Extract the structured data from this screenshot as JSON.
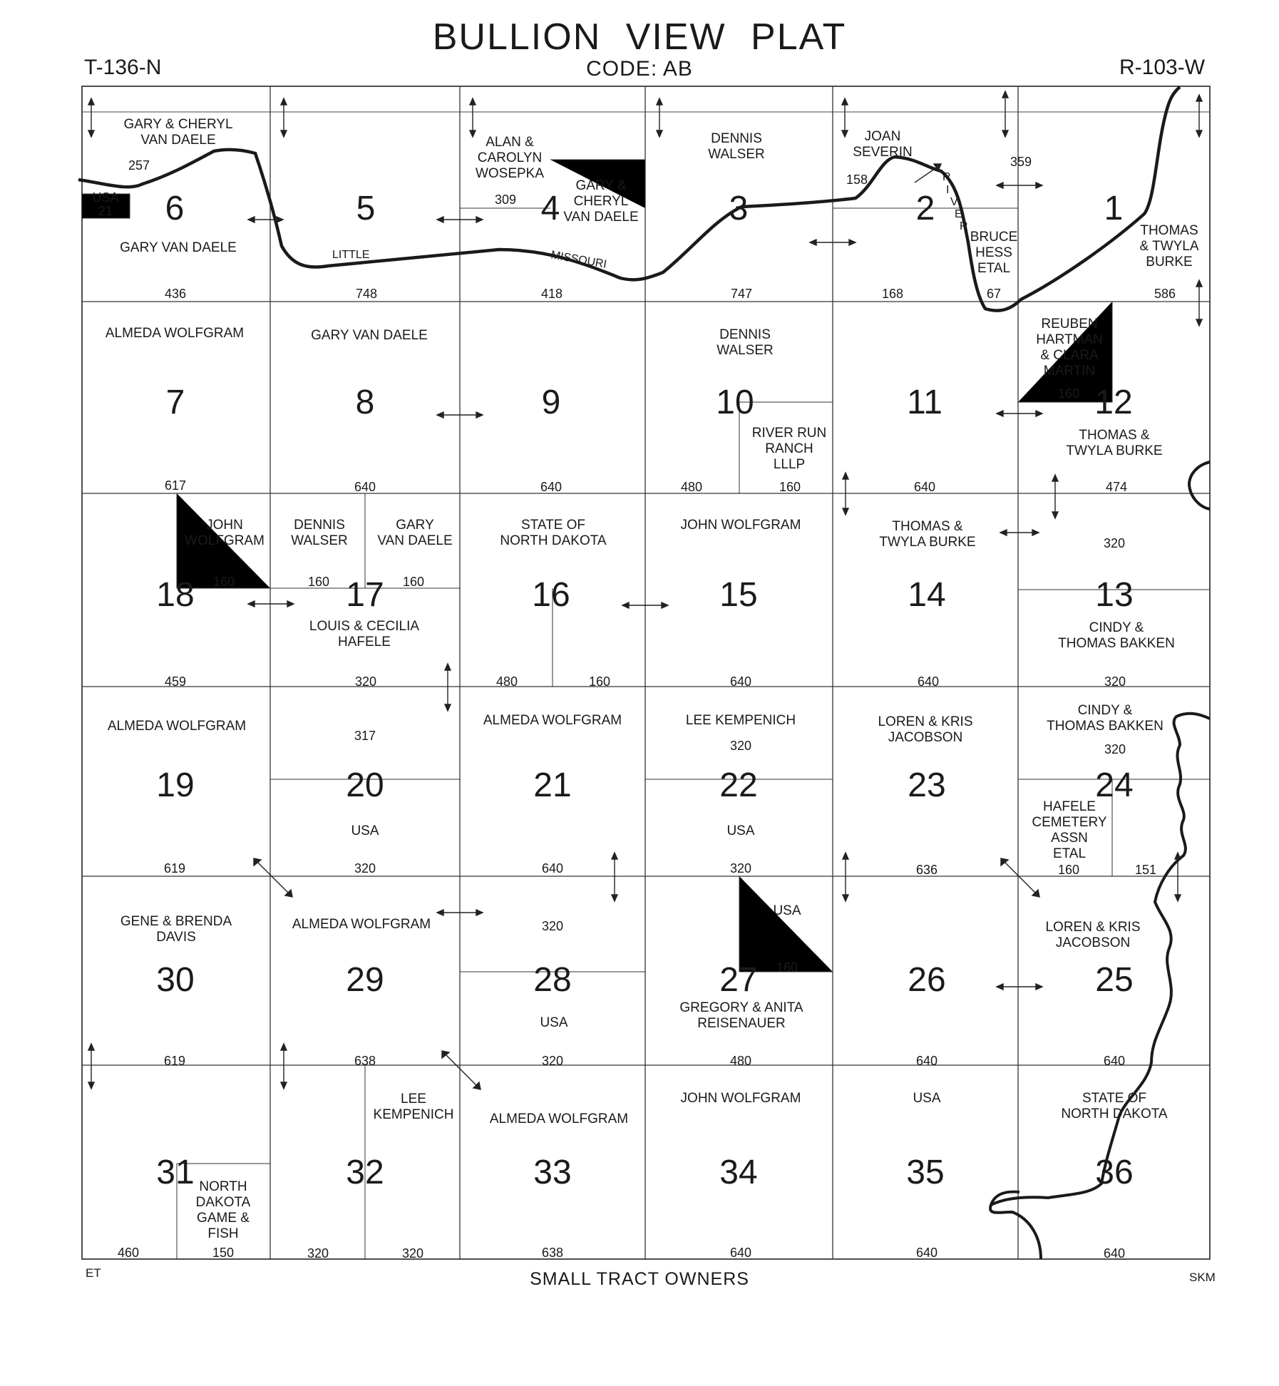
{
  "title": "BULLION VIEW PLAT",
  "code": "CODE: AB",
  "township": "T-136-N",
  "range": "R-103-W",
  "footer": "SMALL TRACT OWNERS",
  "left_initials": "ET",
  "right_initials": "SKM",
  "river": {
    "words": [
      "LITTLE",
      "MISSOURI",
      "R",
      "I",
      "V",
      "E",
      "R"
    ]
  },
  "sections": [
    {
      "num": "6",
      "owners": [
        "GARY & CHERYL",
        "VAN DAELE"
      ],
      "owners2": [
        "GARY VAN DAELE"
      ],
      "acres": [
        "257",
        "USA",
        "21",
        "436"
      ]
    },
    {
      "num": "5",
      "owners": [],
      "acres": [
        "748"
      ]
    },
    {
      "num": "4",
      "owners": [
        "ALAN &",
        "CAROLYN",
        "WOSEPKA"
      ],
      "owners2": [
        "GARY &",
        "CHERYL",
        "VAN DAELE"
      ],
      "acres": [
        "309",
        "418"
      ]
    },
    {
      "num": "3",
      "owners": [
        "DENNIS",
        "WALSER"
      ],
      "acres": [
        "747"
      ]
    },
    {
      "num": "2",
      "owners": [
        "JOAN",
        "SEVERIN"
      ],
      "owners2": [
        "BRUCE",
        "HESS",
        "ETAL"
      ],
      "acres": [
        "158",
        "359",
        "168",
        "67"
      ]
    },
    {
      "num": "1",
      "owners": [
        "THOMAS",
        "& TWYLA",
        "BURKE"
      ],
      "acres": [
        "586"
      ]
    },
    {
      "num": "7",
      "owners": [
        "ALMEDA WOLFGRAM"
      ],
      "acres": [
        "617"
      ]
    },
    {
      "num": "8",
      "owners": [
        "GARY VAN DAELE"
      ],
      "acres": [
        "640"
      ]
    },
    {
      "num": "9",
      "owners": [],
      "acres": [
        "640"
      ]
    },
    {
      "num": "10",
      "owners": [
        "DENNIS",
        "WALSER"
      ],
      "owners2": [
        "RIVER RUN",
        "RANCH",
        "LLLP"
      ],
      "acres": [
        "480",
        "160"
      ]
    },
    {
      "num": "11",
      "owners": [],
      "acres": [
        "640"
      ]
    },
    {
      "num": "12",
      "owners": [
        "REUBEN",
        "HARTMAN",
        "& CLARA",
        "MARTIN"
      ],
      "owners2": [
        "THOMAS &",
        "TWYLA BURKE"
      ],
      "acres": [
        "160",
        "474"
      ]
    },
    {
      "num": "18",
      "owners": [
        "JOHN",
        "WOLFGRAM"
      ],
      "acres": [
        "160",
        "459"
      ]
    },
    {
      "num": "17",
      "owners": [
        "DENNIS",
        "WALSER"
      ],
      "owners2": [
        "GARY",
        "VAN DAELE"
      ],
      "owners3": [
        "LOUIS & CECILIA",
        "HAFELE"
      ],
      "acres": [
        "160",
        "160",
        "320"
      ]
    },
    {
      "num": "16",
      "owners": [
        "STATE OF",
        "NORTH DAKOTA"
      ],
      "acres": [
        "480",
        "160"
      ]
    },
    {
      "num": "15",
      "owners": [
        "JOHN WOLFGRAM"
      ],
      "acres": [
        "640"
      ]
    },
    {
      "num": "14",
      "owners": [
        "THOMAS &",
        "TWYLA BURKE"
      ],
      "acres": [
        "640"
      ]
    },
    {
      "num": "13",
      "owners": [
        "CINDY &",
        "THOMAS BAKKEN"
      ],
      "acres": [
        "320",
        "320"
      ]
    },
    {
      "num": "19",
      "owners": [
        "ALMEDA WOLFGRAM"
      ],
      "acres": [
        "619"
      ]
    },
    {
      "num": "20",
      "owners": [
        "USA"
      ],
      "acres": [
        "317",
        "320"
      ]
    },
    {
      "num": "21",
      "owners": [
        "ALMEDA WOLFGRAM"
      ],
      "acres": [
        "640"
      ]
    },
    {
      "num": "22",
      "owners": [
        "LEE KEMPENICH"
      ],
      "owners2": [
        "USA"
      ],
      "acres": [
        "320",
        "320"
      ]
    },
    {
      "num": "23",
      "owners": [
        "LOREN & KRIS",
        "JACOBSON"
      ],
      "acres": [
        "636"
      ]
    },
    {
      "num": "24",
      "owners": [
        "CINDY &",
        "THOMAS BAKKEN"
      ],
      "owners2": [
        "HAFELE",
        "CEMETERY",
        "ASSN",
        "ETAL"
      ],
      "acres": [
        "320",
        "160",
        "151"
      ]
    },
    {
      "num": "30",
      "owners": [
        "GENE & BRENDA",
        "DAVIS"
      ],
      "acres": [
        "619"
      ]
    },
    {
      "num": "29",
      "owners": [
        "ALMEDA WOLFGRAM"
      ],
      "acres": [
        "638"
      ]
    },
    {
      "num": "28",
      "owners": [
        "USA"
      ],
      "acres": [
        "320",
        "320"
      ]
    },
    {
      "num": "27",
      "owners": [
        "USA"
      ],
      "owners2": [
        "GREGORY & ANITA",
        "REISENAUER"
      ],
      "acres": [
        "160",
        "480"
      ]
    },
    {
      "num": "26",
      "owners": [],
      "acres": [
        "640"
      ]
    },
    {
      "num": "25",
      "owners": [
        "LOREN & KRIS",
        "JACOBSON"
      ],
      "acres": [
        "640"
      ]
    },
    {
      "num": "31",
      "owners": [
        "NORTH",
        "DAKOTA",
        "GAME &",
        "FISH"
      ],
      "acres": [
        "460",
        "150"
      ]
    },
    {
      "num": "32",
      "owners": [
        "LEE",
        "KEMPENICH"
      ],
      "acres": [
        "320",
        "320"
      ]
    },
    {
      "num": "33",
      "owners": [
        "ALMEDA WOLFGRAM"
      ],
      "acres": [
        "638"
      ]
    },
    {
      "num": "34",
      "owners": [
        "JOHN WOLFGRAM"
      ],
      "acres": [
        "640"
      ]
    },
    {
      "num": "35",
      "owners": [
        "USA"
      ],
      "acres": [
        "640"
      ]
    },
    {
      "num": "36",
      "owners": [
        "STATE OF",
        "NORTH DAKOTA"
      ],
      "acres": [
        "640"
      ]
    }
  ]
}
